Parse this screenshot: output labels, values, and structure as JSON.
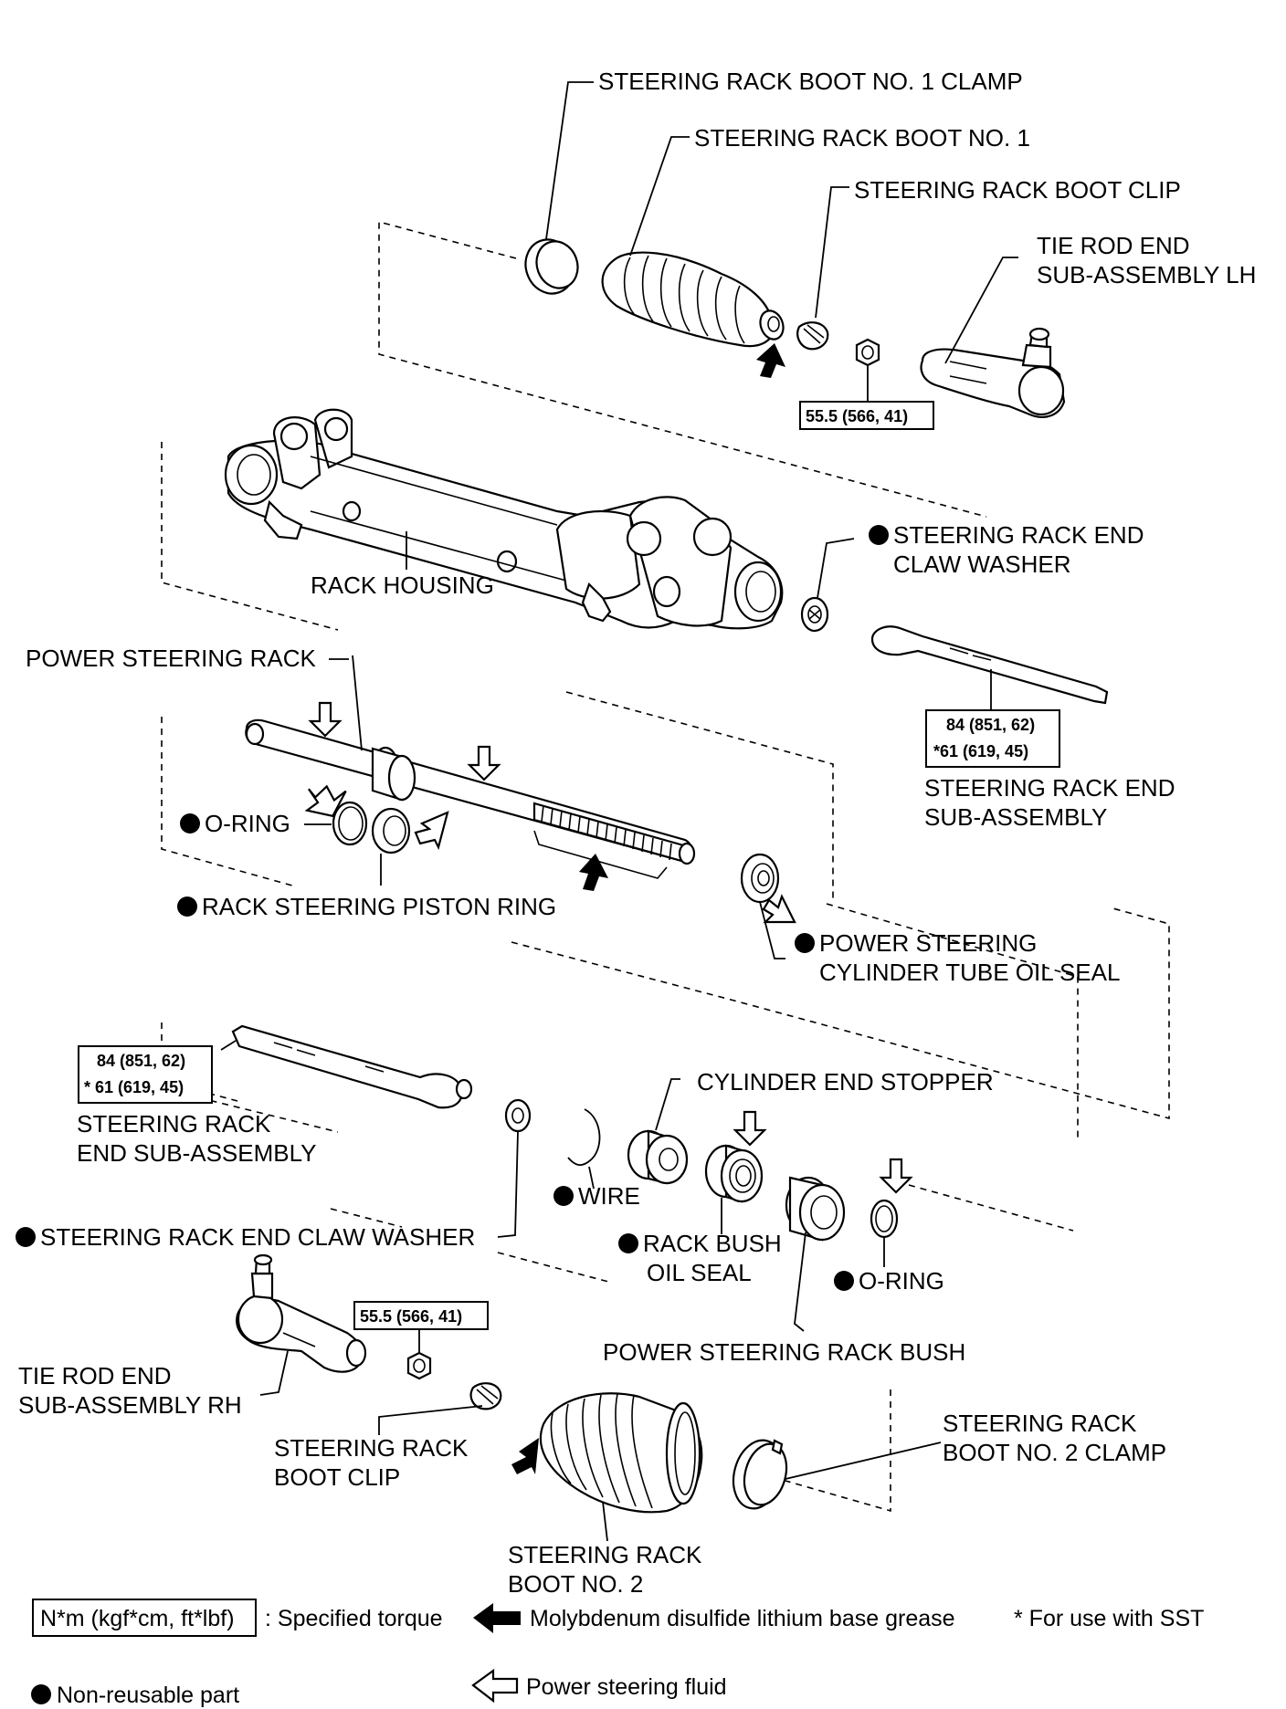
{
  "labels": {
    "boot1_clamp": "STEERING RACK BOOT NO. 1 CLAMP",
    "boot1": "STEERING RACK BOOT NO. 1",
    "boot_clip_top": "STEERING RACK BOOT CLIP",
    "tie_rod_lh_1": "TIE ROD END",
    "tie_rod_lh_2": "SUB-ASSEMBLY LH",
    "rack_housing": "RACK HOUSING",
    "claw_washer_top_1": "STEERING RACK END",
    "claw_washer_top_2": "CLAW WASHER",
    "ps_rack": "POWER STEERING RACK",
    "rack_end_top_1": "STEERING RACK END",
    "rack_end_top_2": "SUB-ASSEMBLY",
    "o_ring_top": "O-RING",
    "piston_ring": "RACK STEERING PISTON RING",
    "cyl_oil_seal_1": "POWER STEERING",
    "cyl_oil_seal_2": "CYLINDER TUBE OIL SEAL",
    "rack_end_bottom_1": "STEERING RACK",
    "rack_end_bottom_2": "END SUB-ASSEMBLY",
    "cyl_end_stopper": "CYLINDER END STOPPER",
    "wire": "WIRE",
    "claw_washer_bottom": "STEERING RACK END CLAW WASHER",
    "bush_oil_seal_1": "RACK BUSH",
    "bush_oil_seal_2": "OIL SEAL",
    "o_ring_bottom": "O-RING",
    "ps_rack_bush": "POWER STEERING RACK BUSH",
    "tie_rod_rh_1": "TIE ROD END",
    "tie_rod_rh_2": "SUB-ASSEMBLY RH",
    "boot_clip_bottom_1": "STEERING RACK",
    "boot_clip_bottom_2": "BOOT CLIP",
    "boot2_clamp_1": "STEERING RACK",
    "boot2_clamp_2": "BOOT NO. 2 CLAMP",
    "boot2_1": "STEERING RACK",
    "boot2_2": "BOOT NO. 2"
  },
  "torques": {
    "tie_rod_lh_nut": "55.5 (566, 41)",
    "rack_end_top_1": "84 (851, 62)",
    "rack_end_top_2": "*61 (619, 45)",
    "rack_end_bottom_1": "84 (851, 62)",
    "rack_end_bottom_2": "* 61 (619, 45)",
    "tie_rod_rh_nut": "55.5 (566, 41)"
  },
  "legend": {
    "torque_unit": "N*m (kgf*cm, ft*lbf)",
    "torque_desc": ": Specified torque",
    "grease": "Molybdenum disulfide lithium base grease",
    "sst": "* For use with SST",
    "non_reusable": "Non-reusable part",
    "fluid": "Power steering fluid"
  }
}
